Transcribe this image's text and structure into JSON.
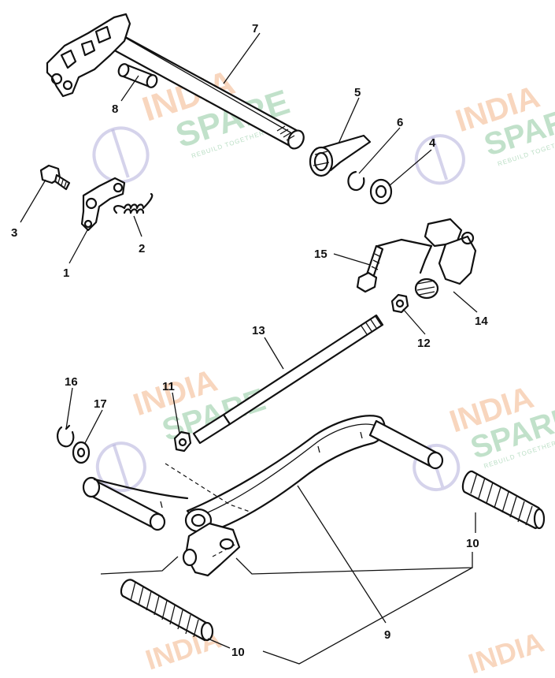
{
  "watermark": {
    "line1": "INDIA",
    "line2": "SPARE",
    "tagline": "REBUILD TOGETHER",
    "colors": {
      "line1": "#f3b58a",
      "line2": "#8fcaa0",
      "icon": "#b9b6dd"
    }
  },
  "callouts": [
    {
      "id": "1",
      "text": "1"
    },
    {
      "id": "2",
      "text": "2"
    },
    {
      "id": "3",
      "text": "3"
    },
    {
      "id": "4",
      "text": "4"
    },
    {
      "id": "5",
      "text": "5"
    },
    {
      "id": "6",
      "text": "6"
    },
    {
      "id": "7",
      "text": "7"
    },
    {
      "id": "8",
      "text": "8"
    },
    {
      "id": "9",
      "text": "9"
    },
    {
      "id": "10a",
      "text": "10"
    },
    {
      "id": "10b",
      "text": "10"
    },
    {
      "id": "10c",
      "text": "10"
    },
    {
      "id": "11",
      "text": "11"
    },
    {
      "id": "12",
      "text": "12"
    },
    {
      "id": "13",
      "text": "13"
    },
    {
      "id": "14",
      "text": "14"
    },
    {
      "id": "15",
      "text": "15"
    },
    {
      "id": "16",
      "text": "16"
    },
    {
      "id": "17",
      "text": "17"
    }
  ]
}
